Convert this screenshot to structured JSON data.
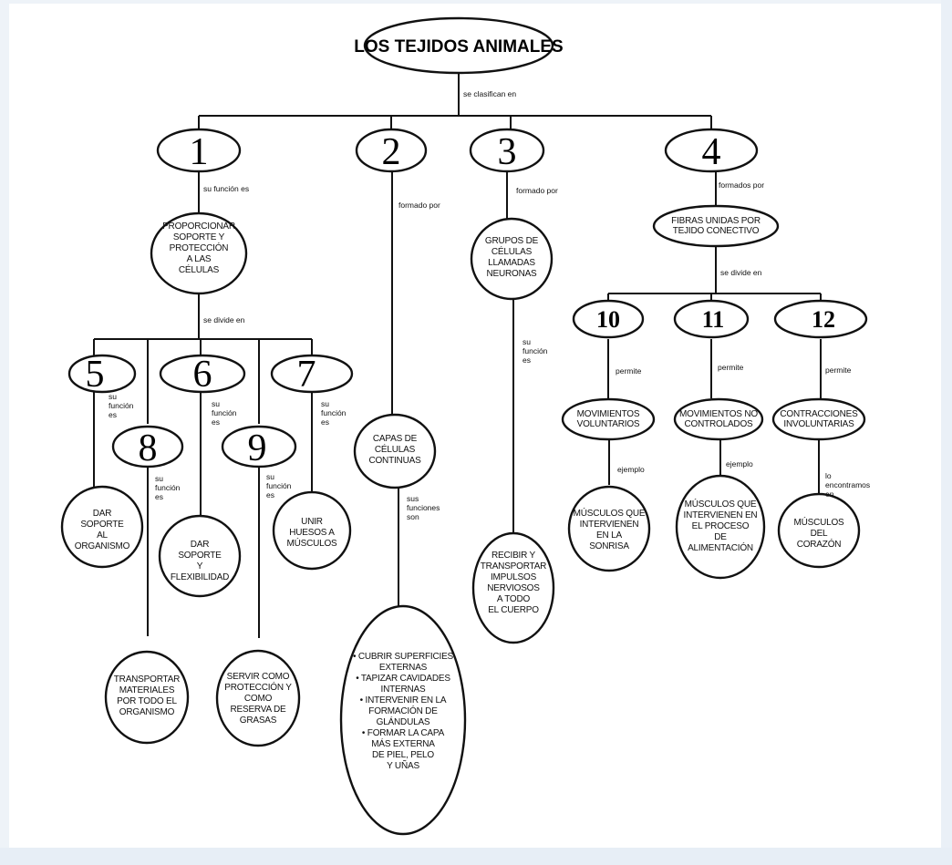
{
  "title": "LOS TEJIDOS ANIMALES",
  "links": {
    "clasifican": "se clasifican en",
    "funcion_1": "su función es",
    "formado_2": "formado por",
    "formado_3": "formado por",
    "formados_4": "formados por",
    "divide_1": "se divide en",
    "divide_4": "se divide en",
    "funcion_5": [
      "su",
      "función",
      "es"
    ],
    "funcion_6": [
      "su",
      "función",
      "es"
    ],
    "funcion_7": [
      "su",
      "función",
      "es"
    ],
    "funcion_8": [
      "su",
      "función",
      "es"
    ],
    "funcion_9": [
      "su",
      "función",
      "es"
    ],
    "funciones_2": [
      "sus",
      "funciones",
      "son"
    ],
    "funcion_3": [
      "su",
      "función",
      "es"
    ],
    "permite_10": "permite",
    "permite_11": "permite",
    "permite_12": "permite",
    "ejemplo_10": "ejemplo",
    "ejemplo_11": "ejemplo",
    "encontramos_12": [
      "lo",
      "encontramos",
      "en"
    ]
  },
  "numbers": {
    "n1": "1",
    "n2": "2",
    "n3": "3",
    "n4": "4",
    "n5": "5",
    "n6": "6",
    "n7": "7",
    "n8": "8",
    "n9": "9",
    "n10": "10",
    "n11": "11",
    "n12": "12"
  },
  "nodes": {
    "t1_funcion": [
      "PROPORCIONAR",
      "SOPORTE Y",
      "PROTECCIÓN",
      "A LAS",
      "CÉLULAS"
    ],
    "t2_formado": [
      "CAPAS DE",
      "CÉLULAS",
      "CONTINUAS"
    ],
    "t3_formado": [
      "GRUPOS DE",
      "CÉLULAS",
      "LLAMADAS",
      "NEURONAS"
    ],
    "t4_formado": [
      "FIBRAS UNIDAS POR",
      "TEJIDO CONECTIVO"
    ],
    "n5_funcion": [
      "DAR",
      "SOPORTE",
      "AL",
      "ORGANISMO"
    ],
    "n6_funcion": [
      "DAR",
      "SOPORTE",
      "Y",
      "FLEXIBILIDAD"
    ],
    "n7_funcion": [
      "UNIR",
      "HUESOS A",
      "MÚSCULOS"
    ],
    "n8_funcion": [
      "TRANSPORTAR",
      "MATERIALES",
      "POR TODO EL",
      "ORGANISMO"
    ],
    "n9_funcion": [
      "SERVIR COMO",
      "PROTECCIÓN Y",
      "COMO",
      "RESERVA DE",
      "GRASAS"
    ],
    "t2_funciones": [
      "• CUBRIR SUPERFICIES",
      "EXTERNAS",
      "• TAPIZAR CAVIDADES",
      "INTERNAS",
      "• INTERVENIR EN LA",
      "FORMACIÓN DE",
      "GLÁNDULAS",
      "• FORMAR LA CAPA",
      "MÁS EXTERNA",
      "DE PIEL, PELO",
      "Y UÑAS"
    ],
    "t3_funcion": [
      "RECIBIR Y",
      "TRANSPORTAR",
      "IMPULSOS",
      "NERVIOSOS",
      "A TODO",
      "EL CUERPO"
    ],
    "n10_permite": [
      "MOVIMIENTOS",
      "VOLUNTARIOS"
    ],
    "n11_permite": [
      "MOVIMIENTOS NO",
      "CONTROLADOS"
    ],
    "n12_permite": [
      "CONTRACCIONES",
      "INVOLUNTARIAS"
    ],
    "n10_ejemplo": [
      "MÚSCULOS QUE",
      "INTERVIENEN",
      "EN LA",
      "SONRISA"
    ],
    "n11_ejemplo": [
      "MÚSCULOS QUE",
      "INTERVIENEN EN",
      "EL PROCESO",
      "DE",
      "ALIMENTACIÓN"
    ],
    "n12_encontramos": [
      "MÚSCULOS",
      "DEL",
      "CORAZÓN"
    ]
  }
}
